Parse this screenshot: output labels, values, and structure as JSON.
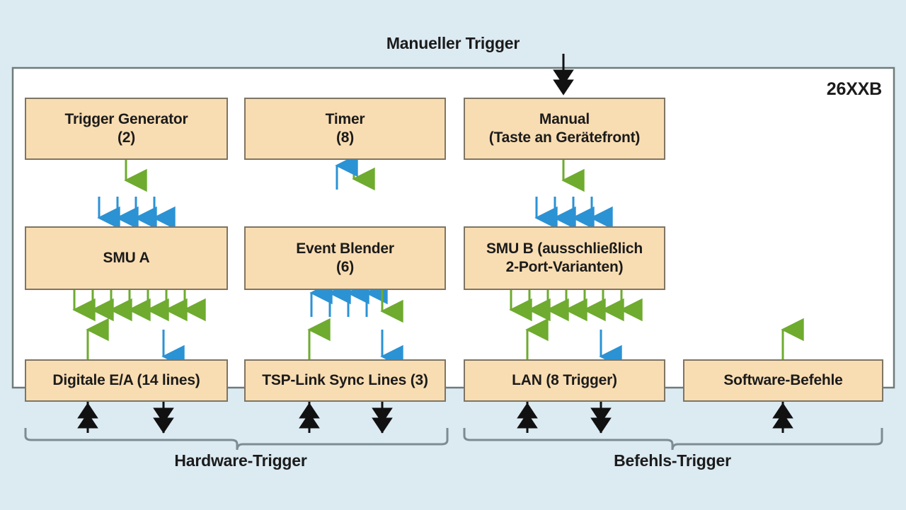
{
  "diagram": {
    "title_label": "Manueller Trigger",
    "device_label": "26XXB",
    "background_color": "#dceaf2",
    "panel_color": "#ffffff",
    "box_fill": "#f9ddb2",
    "box_border": "#7e7563",
    "green_arrow_color": "#6eab2f",
    "blue_arrow_color": "#2b92d4",
    "black_arrow_color": "#111111",
    "rows": {
      "top": [
        {
          "id": "trigger-generator",
          "line1": "Trigger Generator",
          "line2": "(2)"
        },
        {
          "id": "timer",
          "line1": "Timer",
          "line2": "(8)"
        },
        {
          "id": "manual",
          "line1": "Manual",
          "line2": "(Taste an Gerätefront)"
        }
      ],
      "middle": [
        {
          "id": "smu-a",
          "line1": "SMU A",
          "line2": ""
        },
        {
          "id": "event-blender",
          "line1": "Event Blender",
          "line2": "(6)"
        },
        {
          "id": "smu-b",
          "line1": "SMU B (ausschließlich",
          "line2": "2-Port-Varianten)"
        }
      ],
      "bottom": [
        {
          "id": "digitale-ea",
          "line1": "Digitale E/A (14 lines)",
          "line2": ""
        },
        {
          "id": "tsp-link",
          "line1": "TSP-Link Sync Lines (3)",
          "line2": ""
        },
        {
          "id": "lan",
          "line1": "LAN (8 Trigger)",
          "line2": ""
        },
        {
          "id": "software-befehle",
          "line1": "Software-Befehle",
          "line2": ""
        }
      ]
    },
    "brackets": [
      {
        "id": "hardware-trigger",
        "label": "Hardware-Trigger"
      },
      {
        "id": "befehls-trigger",
        "label": "Befehls-Trigger"
      }
    ],
    "arrow_counts": {
      "manual_trigger_in": 1,
      "trigger_generator_out_green": 1,
      "timer_in_blue": 1,
      "timer_out_green": 1,
      "manual_out_green": 1,
      "smu_a_in_blue": 4,
      "smu_a_out_green": 7,
      "event_blender_in_blue": 4,
      "event_blender_out_green": 1,
      "smu_b_in_blue": 4,
      "smu_b_out_green": 7,
      "digitale_ea_out_green": 1,
      "digitale_ea_in_blue": 1,
      "tsp_link_out_green": 1,
      "tsp_link_in_blue": 1,
      "lan_out_green": 1,
      "lan_in_blue": 1,
      "software_out_green": 1
    }
  }
}
